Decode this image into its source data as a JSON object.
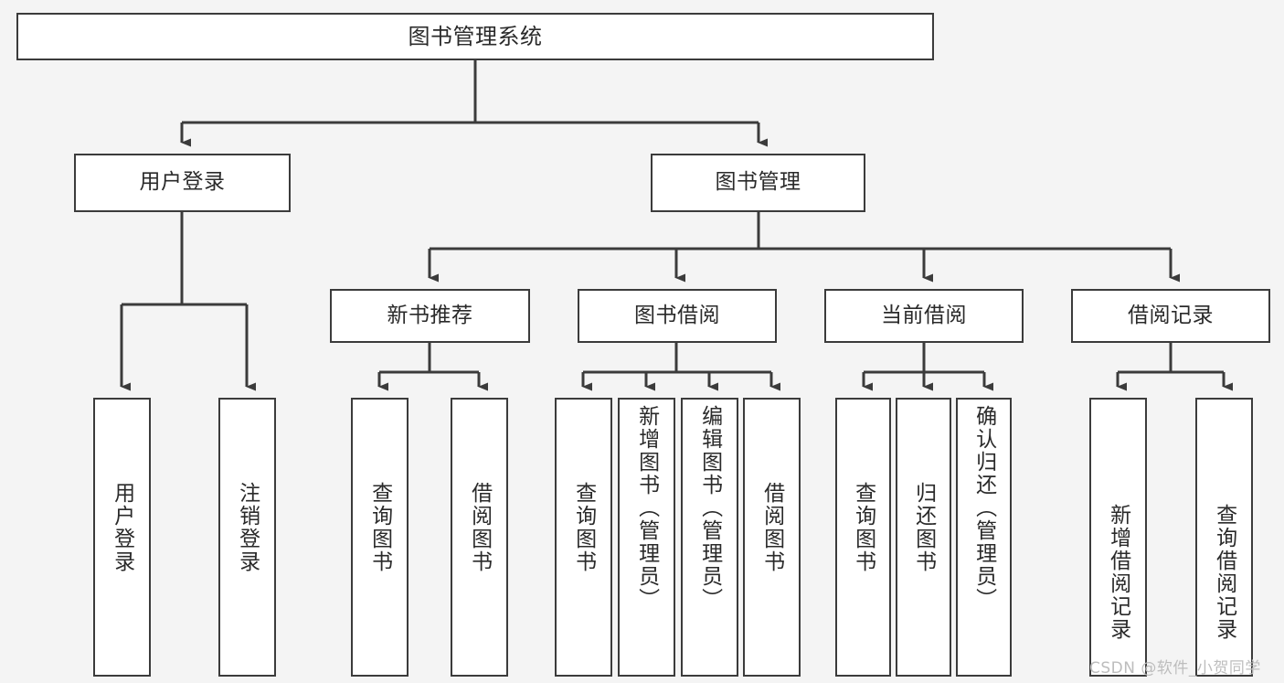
{
  "diagram": {
    "title": "图书管理系统",
    "type": "hierarchy-tree",
    "stroke_color": "#3b3b3b",
    "node_fill": "#ffffff",
    "canvas_background": "#f4f4f4",
    "text_color": "#2a2a2a"
  },
  "nodes": {
    "root": {
      "label": "图书管理系统"
    },
    "level2": [
      {
        "label": "用户登录"
      },
      {
        "label": "图书管理"
      }
    ],
    "level3": [
      {
        "label": "新书推荐"
      },
      {
        "label": "图书借阅"
      },
      {
        "label": "当前借阅"
      },
      {
        "label": "借阅记录"
      }
    ],
    "leaves": {
      "user_login": [
        {
          "label": "用户登录"
        },
        {
          "label": "注销登录"
        }
      ],
      "new_book_recommend": [
        {
          "label": "查询图书"
        },
        {
          "label": "借阅图书"
        }
      ],
      "book_borrow": [
        {
          "label": "查询图书"
        },
        {
          "label": "新增图书（管理员）"
        },
        {
          "label": "编辑图书（管理员）"
        },
        {
          "label": "借阅图书"
        }
      ],
      "current_borrow": [
        {
          "label": "查询图书"
        },
        {
          "label": "归还图书"
        },
        {
          "label": "确认归还（管理员）"
        }
      ],
      "borrow_record": [
        {
          "label": "新增借阅记录"
        },
        {
          "label": "查询借阅记录"
        }
      ]
    }
  },
  "watermark": {
    "text": "CSDN @软件_小贺同学"
  }
}
